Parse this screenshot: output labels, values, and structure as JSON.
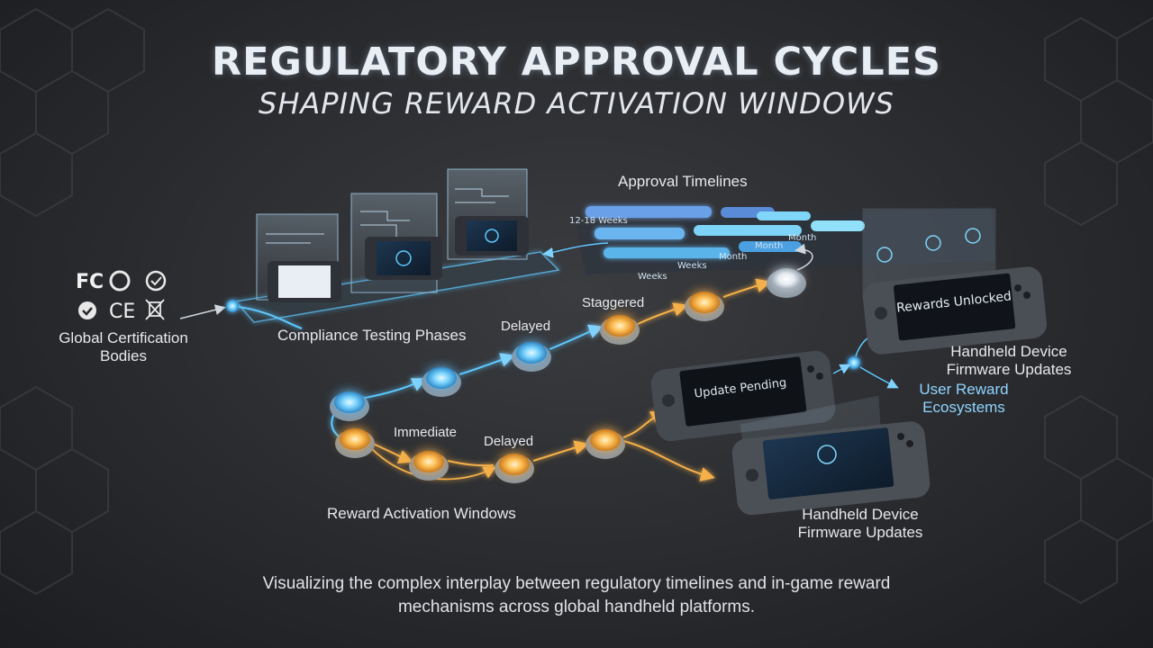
{
  "title": "REGULATORY APPROVAL CYCLES",
  "subtitle": "SHAPING REWARD ACTIVATION WINDOWS",
  "labels": {
    "certification": "Global Certification Bodies",
    "compliance": "Compliance Testing Phases",
    "approval_timelines": "Approval Timelines",
    "reward_windows": "Reward Activation Windows",
    "firmware_top": "Handheld Device Firmware Updates",
    "firmware_bottom": "Handheld Device Firmware Updates",
    "user_reward": "User Reward Ecosystems",
    "delayed_top": "Delayed",
    "staggered": "Staggered",
    "immediate": "Immediate",
    "delayed_bottom": "Delayed"
  },
  "cert_marks": [
    "FC",
    "✓",
    "CE"
  ],
  "timeline_axis": [
    "Weeks",
    "Weeks",
    "Month",
    "Month",
    "Month"
  ],
  "timeline_header": "12-18 Weeks",
  "device_screens": {
    "rewards": "Rewards Unlocked",
    "pending": "Update Pending"
  },
  "caption": {
    "line1": "Visualizing the complex interplay between regulatory timelines and in-game reward",
    "line2": "mechanisms across global handheld platforms."
  },
  "colors": {
    "blue_glow": "#5ec8ff",
    "orange_glow": "#f5b04a",
    "background": "#2a2b2e",
    "title": "#e9edf4"
  }
}
